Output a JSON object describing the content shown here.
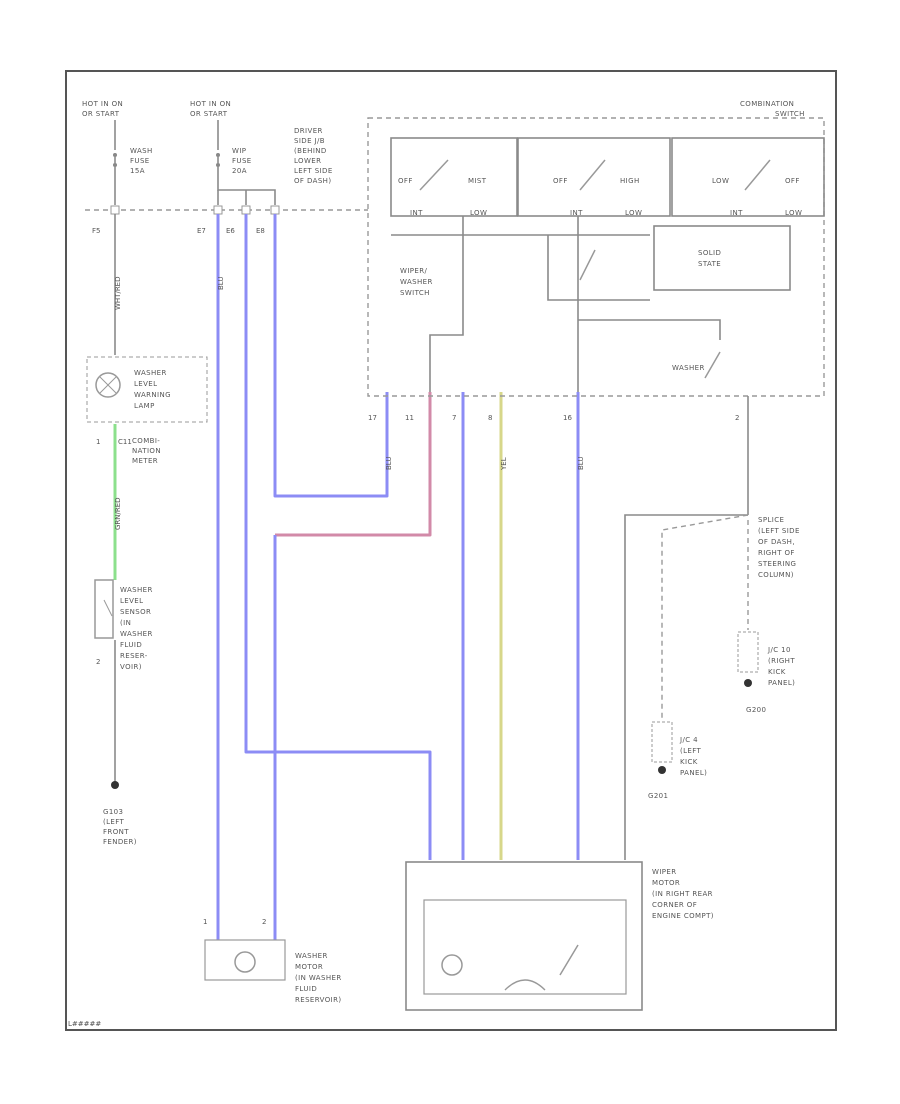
{
  "labels": {
    "hot_left": [
      "HOT IN ON",
      "OR START"
    ],
    "hot_mid": [
      "HOT IN ON",
      "OR START"
    ],
    "fuse_washer": [
      "WASH",
      "FUSE",
      "15A"
    ],
    "fuse_wip": [
      "WIP",
      "FUSE",
      "20A"
    ],
    "junction": [
      "DRIVER",
      "SIDE J/B",
      "(BEHIND",
      "LOWER",
      "LEFT SIDE",
      "OF DASH)"
    ],
    "combination": [
      "COMBINATION",
      "SWITCH"
    ],
    "wiper_washer_switch": [
      "WIPER/",
      "WASHER",
      "SWITCH"
    ],
    "solid_state": [
      "SOLID",
      "STATE"
    ],
    "washer_sw": "WASHER",
    "lamp": [
      "WASHER",
      "LEVEL",
      "WARNING",
      "LAMP"
    ],
    "combination_meter": [
      "COMBI-",
      "NATION",
      "METER"
    ],
    "level_sensor": [
      "WASHER",
      "LEVEL",
      "SENSOR",
      "(IN",
      "WASHER",
      "FLUID",
      "RESER-",
      "VOIR)"
    ],
    "ground_left": [
      "G103",
      "(LEFT",
      "FRONT",
      "FENDER)"
    ],
    "wiper_motor": [
      "WIPER",
      "MOTOR",
      "(IN RIGHT REAR",
      "CORNER OF",
      "ENGINE COMPT)"
    ],
    "washer_motor": [
      "WASHER",
      "MOTOR",
      "(IN WASHER",
      "FLUID",
      "RESERVOIR)"
    ],
    "splice": [
      "SPLICE",
      "(LEFT SIDE",
      "OF DASH,",
      "RIGHT OF",
      "STEERING",
      "COLUMN)"
    ],
    "jc_right": [
      "J/C 10",
      "(RIGHT",
      "KICK",
      "PANEL)"
    ],
    "jc_left": [
      "J/C 4",
      "(LEFT",
      "KICK",
      "PANEL)"
    ],
    "ground_g200": "G200",
    "ground_g201": "G201",
    "sw_positions": [
      "OFF",
      "MIST",
      "INT",
      "LOW",
      "HIGH"
    ],
    "pins_top": [
      "F5",
      "E7",
      "E6",
      "E8"
    ],
    "pins_switch": [
      "17",
      "11",
      "7",
      "8",
      "16",
      "2"
    ],
    "wire_pins": [
      "1",
      "C11",
      "2",
      "1",
      "2"
    ],
    "figure_id": "L#####"
  },
  "wire_labels": [
    "WHT/RED",
    "BLU",
    "BLU",
    "BLU",
    "YEL",
    "GRN/RED"
  ],
  "colors": {
    "blue": "#8c8cf5",
    "pink": "#d28aa8",
    "yellow": "#d7d78a",
    "green": "#8ce08c",
    "gray_wire": "#9a9a9a",
    "frame": "#555555"
  }
}
